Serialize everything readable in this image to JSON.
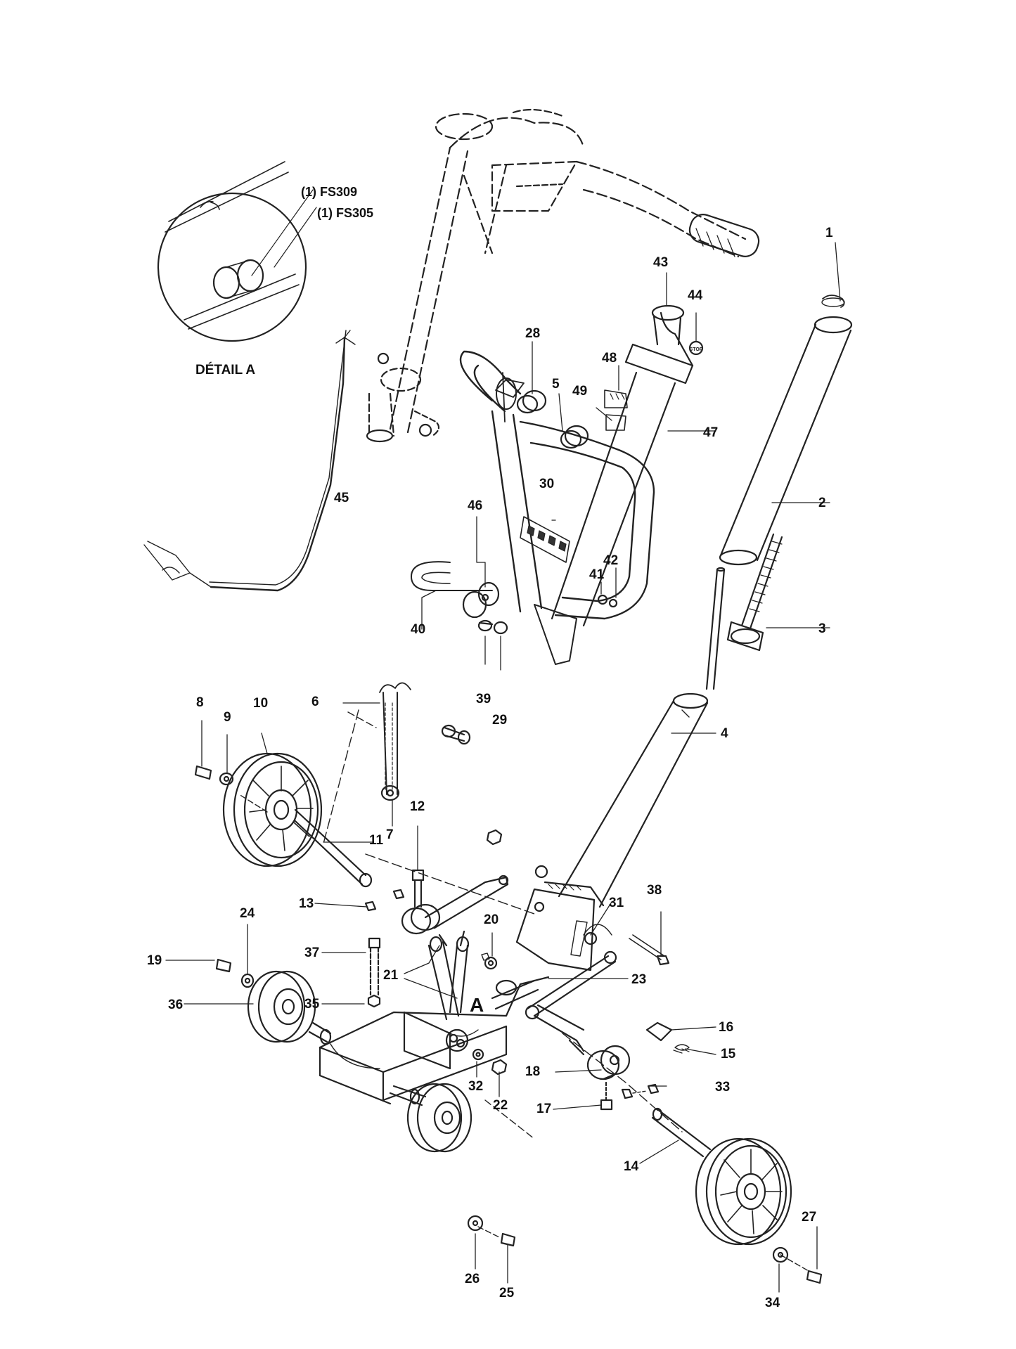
{
  "detail": {
    "title": "DÉTAIL A",
    "refs": [
      "(1) FS309",
      "(1) FS305"
    ],
    "marker": "A"
  },
  "stop_label": "STOP",
  "parts": [
    "1",
    "2",
    "3",
    "4",
    "5",
    "6",
    "7",
    "8",
    "9",
    "10",
    "11",
    "12",
    "13",
    "14",
    "15",
    "16",
    "17",
    "18",
    "19",
    "20",
    "21",
    "22",
    "23",
    "24",
    "25",
    "26",
    "27",
    "28",
    "29",
    "30",
    "31",
    "32",
    "33",
    "34",
    "35",
    "36",
    "37",
    "38",
    "39",
    "40",
    "41",
    "42",
    "43",
    "44",
    "45",
    "46",
    "47",
    "48",
    "49"
  ]
}
